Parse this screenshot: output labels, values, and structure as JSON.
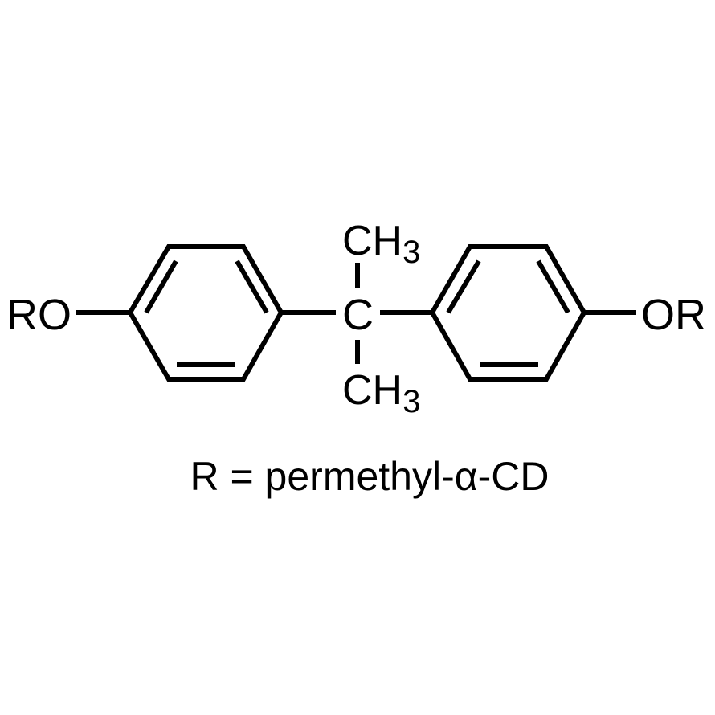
{
  "structure": {
    "left_substituent": "RO",
    "right_substituent": "OR",
    "central_atom": "C",
    "methyl_top": {
      "base": "CH",
      "subscript": "3"
    },
    "methyl_bottom": {
      "base": "CH",
      "subscript": "3"
    }
  },
  "caption": "R = permethyl-α-CD",
  "colors": {
    "ink": "#000000",
    "background": "#ffffff"
  }
}
